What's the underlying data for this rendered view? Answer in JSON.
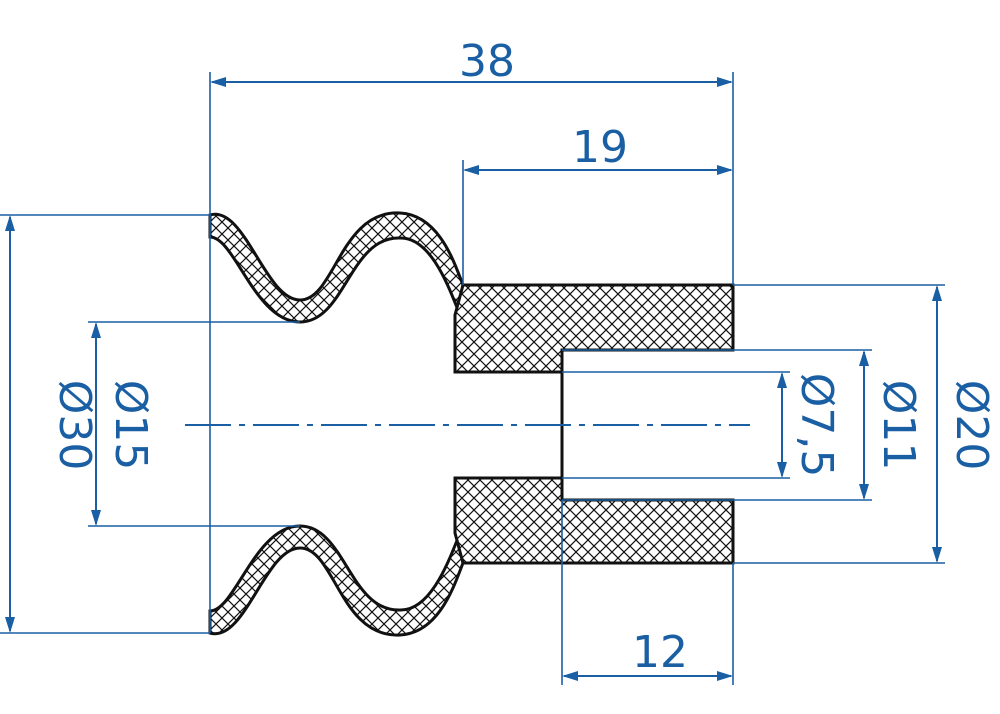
{
  "drawing": {
    "colors": {
      "dimension": "#1a5fa3",
      "outline": "#111111",
      "hatch": "#111111",
      "background": "#ffffff"
    },
    "dimensions": {
      "overall_length": "38",
      "sleeve_length": "19",
      "bore_depth": "12",
      "diameter_30": "Ø30",
      "diameter_15": "Ø15",
      "diameter_7_5": "Ø7,5",
      "diameter_11": "Ø11",
      "diameter_20": "Ø20"
    }
  }
}
